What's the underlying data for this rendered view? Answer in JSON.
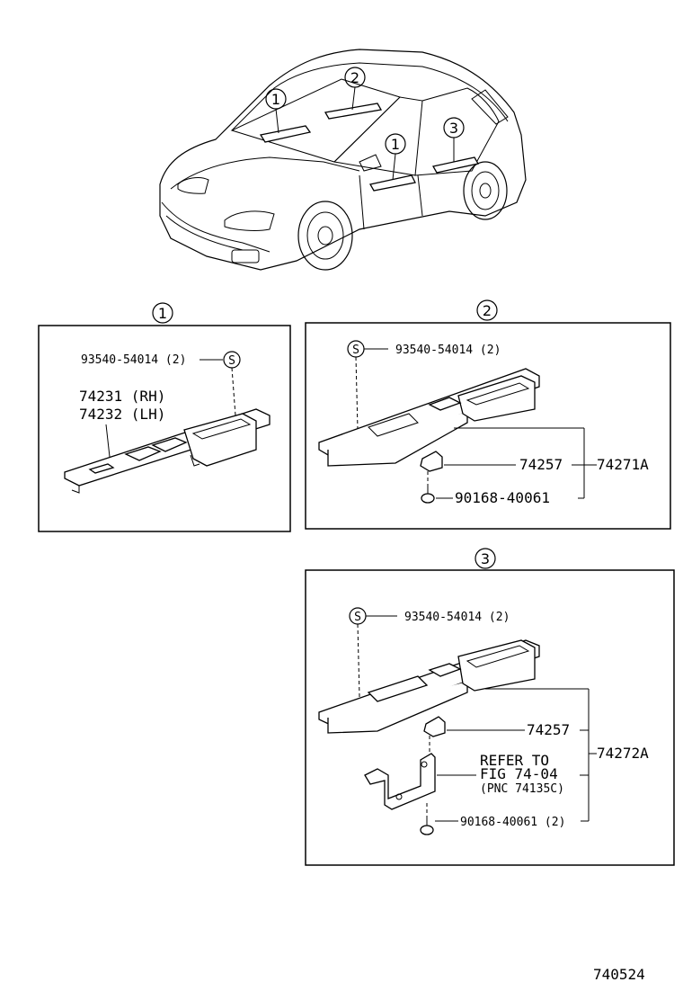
{
  "car": {
    "callouts": [
      "1",
      "2",
      "1",
      "3"
    ]
  },
  "section1": {
    "number": "1",
    "screw_symbol": "S",
    "screw_part": "93540-54014 (2)",
    "part_rh": "74231 (RH)",
    "part_lh": "74232 (LH)"
  },
  "section2": {
    "number": "2",
    "screw_symbol": "S",
    "screw_part": "93540-54014 (2)",
    "clip_part": "74257",
    "assembly_part": "74271A",
    "bolt_part": "90168-40061"
  },
  "section3": {
    "number": "3",
    "screw_symbol": "S",
    "screw_part": "93540-54014 (2)",
    "clip_part": "74257",
    "assembly_part": "74272A",
    "refer_line1": "REFER TO",
    "refer_line2": "FIG 74-04",
    "refer_line3": "(PNC 74135C)",
    "bolt_part": "90168-40061 (2)"
  },
  "footer": {
    "figure_code": "740524"
  }
}
